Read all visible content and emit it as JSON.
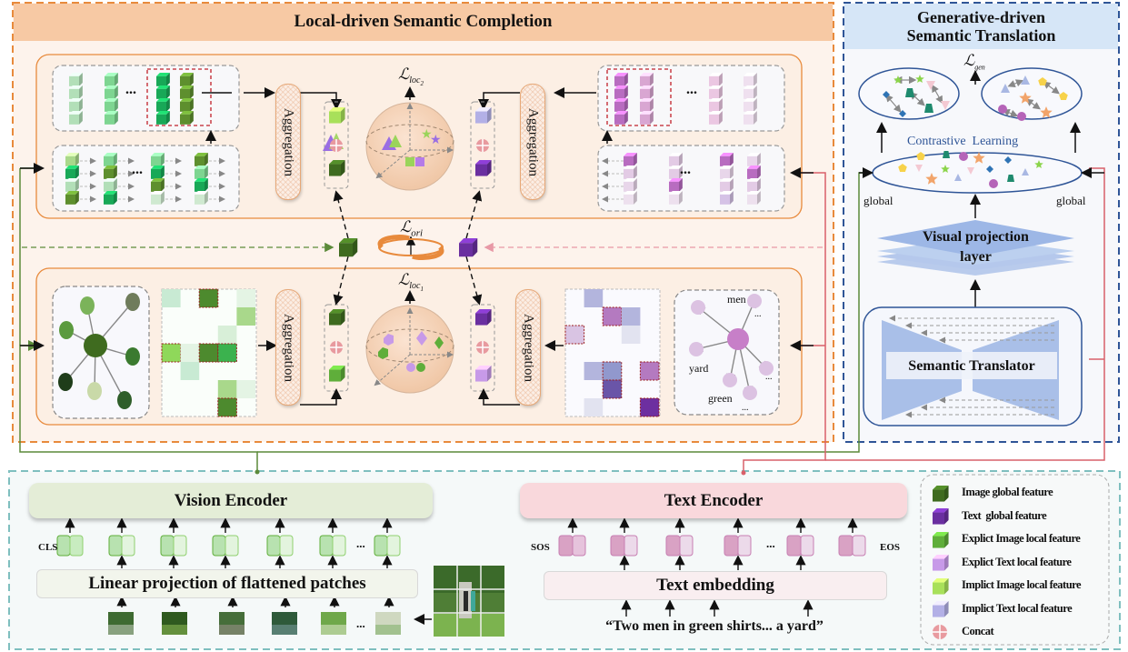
{
  "local_section": {
    "title": "Local-driven Semantic Completion",
    "aggregation_label": "Aggregation",
    "loss_loc2": "loc",
    "loss_loc2_sub": "2",
    "loss_loc1": "loc",
    "loss_loc1_sub": "1",
    "loss_ori": "ori",
    "ellipsis": "...",
    "text_graph_words": [
      "men",
      "yard",
      "green",
      "...",
      "...",
      "..."
    ]
  },
  "generative_section": {
    "title_line1": "Generative-driven",
    "title_line2": "Semantic Translation",
    "loss_gen": "gen",
    "contrastive_label": "Contrastive  Learning",
    "global_left": "global",
    "global_right": "global",
    "projection_line1": "Visual projection",
    "projection_line2": "layer",
    "translator_label": "Semantic Translator"
  },
  "vision_encoder": {
    "title": "Vision Encoder",
    "cls_label": "CLS",
    "projection_label": "Linear projection of flattened patches",
    "ellipsis": "..."
  },
  "text_encoder": {
    "title": "Text Encoder",
    "sos_label": "SOS",
    "eos_label": "EOS",
    "embedding_label": "Text embedding",
    "caption": "“Two men in green shirts... a yard”",
    "ellipsis": "..."
  },
  "legend": {
    "items": [
      {
        "label": "Image global feature",
        "color": "#3f6b1f"
      },
      {
        "label": "Text  global feature",
        "color": "#6a2fa0"
      },
      {
        "label": "Explict Image local feature",
        "color": "#5fae3a"
      },
      {
        "label": "Explict Text local feature",
        "color": "#c79ae8"
      },
      {
        "label": "Implict Image local feature",
        "color": "#a8e05a"
      },
      {
        "label": "Implict Text local feature",
        "color": "#b3b0e6"
      },
      {
        "label": "Concat",
        "color": "#e89a9f"
      }
    ]
  },
  "colors": {
    "local_border": "#e88a3c",
    "local_title_bg": "#f7c9a4",
    "local_bg": "#fdf3ec",
    "gen_border": "#2f5597",
    "gen_title_bg": "#d6e6f7",
    "enc_border": "#7fbfbf",
    "vision_bg": "#e4edd7",
    "text_bg": "#f9d8dc",
    "green_line": "#5b8a3a",
    "red_line": "#d9606a"
  }
}
